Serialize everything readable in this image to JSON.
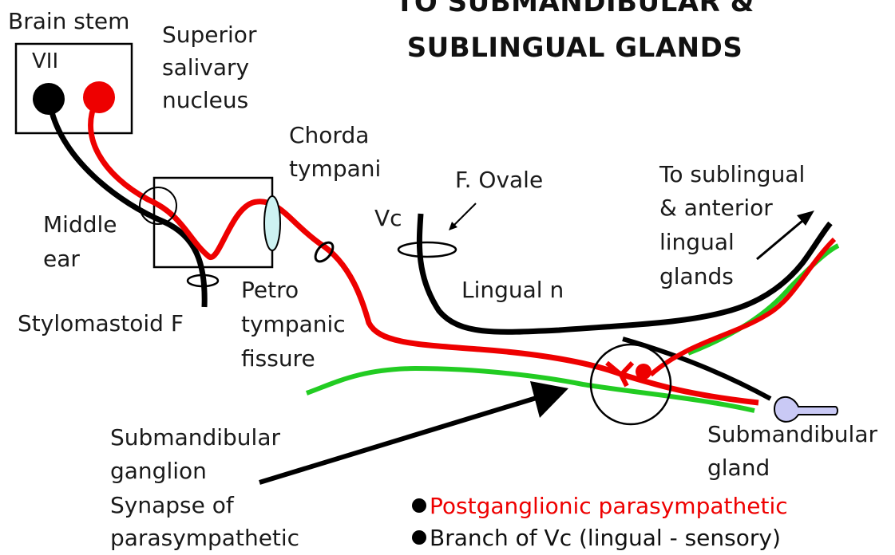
{
  "title": {
    "line1": "TO SUBMANDIBULAR &",
    "line2": "SUBLINGUAL GLANDS"
  },
  "labels": {
    "brain_stem": "Brain stem",
    "vii": "VII",
    "superior_salivary_nucleus": [
      "Superior",
      "salivary",
      "nucleus"
    ],
    "chorda_tympani": [
      "Chorda",
      "tympani"
    ],
    "f_ovale": "F. Ovale",
    "vc": "Vc",
    "middle_ear": [
      "Middle",
      "ear"
    ],
    "stylomastoid_f": "Stylomastoid F",
    "petro_tympanic_fissure": [
      "Petro",
      "tympanic",
      "fissure"
    ],
    "lingual_n": "Lingual n",
    "to_sublingual": [
      "To sublingual",
      "& anterior",
      "lingual",
      "glands"
    ],
    "submandibular_ganglion": [
      "Submandibular",
      "ganglion",
      "Synapse of",
      "parasympathetic"
    ],
    "submandibular_gland": [
      "Submandibular",
      "gland"
    ]
  },
  "legend": {
    "postganglionic": "Postganglionic parasympathetic",
    "branch_vc": "Branch of Vc (lingual - sensory)"
  },
  "colors": {
    "parasympathetic": "#ee0000",
    "nerve": "#000000",
    "sensory_branch": "#22cc22",
    "gland_fill": "#c9c9f5",
    "lens_fill": "#cdf2f2"
  }
}
